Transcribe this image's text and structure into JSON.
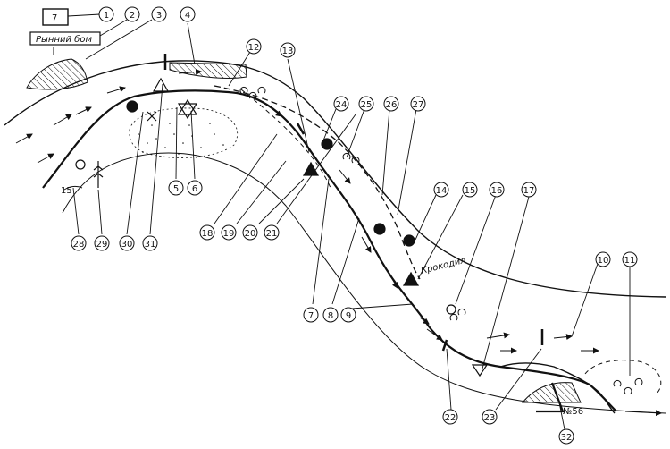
{
  "legend": {
    "box_number": "7",
    "box_caption": "Рынний бом"
  },
  "annotations": {
    "kroкodil": "Крокодил",
    "angle": "15",
    "number_56": "№56"
  },
  "callouts": [
    "1",
    "2",
    "3",
    "4",
    "5",
    "6",
    "7",
    "8",
    "9",
    "10",
    "11",
    "12",
    "13",
    "14",
    "15",
    "16",
    "17",
    "18",
    "19",
    "20",
    "21",
    "22",
    "23",
    "24",
    "25",
    "26",
    "27",
    "28",
    "29",
    "30",
    "31",
    "32"
  ]
}
